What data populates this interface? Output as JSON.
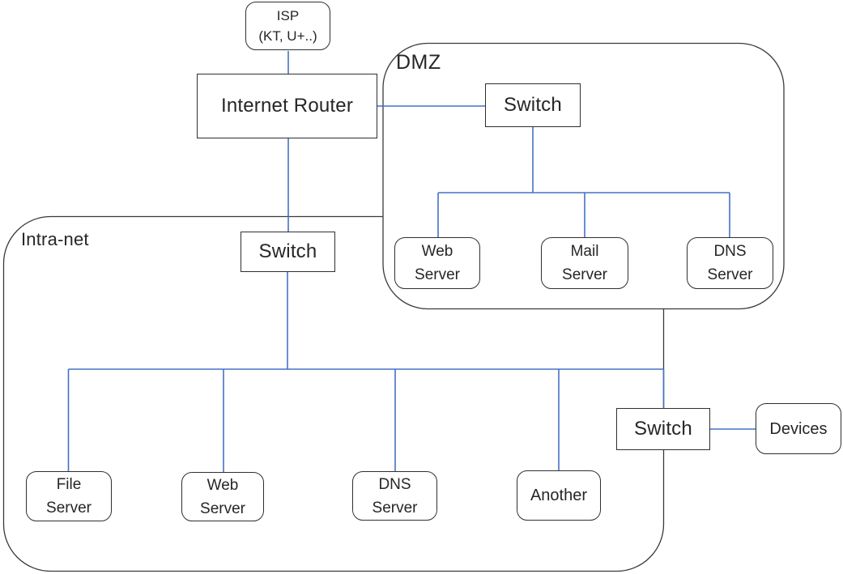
{
  "regions": {
    "dmz": {
      "label": "DMZ"
    },
    "intranet": {
      "label": "Intra-net"
    }
  },
  "nodes": {
    "isp": {
      "line1": "ISP",
      "line2": "(KT, U+..)"
    },
    "internet_router": {
      "label": "Internet Router"
    },
    "dmz_switch": {
      "label": "Switch"
    },
    "dmz_web_server": {
      "line1": "Web",
      "line2": "Server"
    },
    "dmz_mail_server": {
      "line1": "Mail",
      "line2": "Server"
    },
    "dmz_dns_server": {
      "line1": "DNS",
      "line2": "Server"
    },
    "intranet_switch": {
      "label": "Switch"
    },
    "file_server": {
      "line1": "File",
      "line2": "Server"
    },
    "intranet_web_server": {
      "line1": "Web",
      "line2": "Server"
    },
    "intranet_dns_server": {
      "line1": "DNS",
      "line2": "Server"
    },
    "another": {
      "label": "Another"
    },
    "edge_switch": {
      "label": "Switch"
    },
    "devices": {
      "label": "Devices"
    }
  },
  "colors": {
    "connector": "#4472C4",
    "node_border": "#2f2f2f",
    "region_border": "#3a3a3a",
    "text": "#262626",
    "background": "#ffffff"
  }
}
